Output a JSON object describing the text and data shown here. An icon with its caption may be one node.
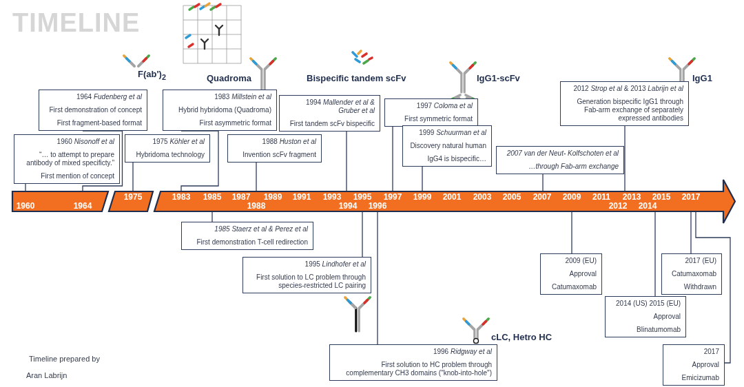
{
  "diagram": {
    "title": "TIMELINE",
    "nodes": [
      {
        "text": [],
        "shape": "bar"
      },
      {
        "text": [
          "1964 *Fudenberg et al*",
          "First demonstration of concept",
          "First fragment-based format"
        ]
      },
      {
        "text": [
          "1983 *Millstein et al*",
          "Hybrid hybridoma (Quadroma)",
          "First  asymmetric format"
        ]
      },
      {
        "text": [
          "1994 *Mallender et al & Gruber et al*",
          "First tandem scFv bispecific"
        ]
      },
      {
        "text": [
          "1997 *Coloma et al*",
          "First symmetric format"
        ]
      },
      {
        "text": [
          "2012 *Strop et al* & 2013 *Labrijn et al*",
          "Generation bispecific IgG1 through Fab-arm exchange of separately expressed antibodies"
        ]
      },
      {
        "text": [
          "1960 *Nisonoff et al*",
          "“… to attempt to prepare antibody of mixed specificty.”",
          "First mention of concept"
        ]
      },
      {
        "text": [
          "1975 *Köhler et al*",
          "Hybridoma technology"
        ]
      },
      {
        "text": [
          "1988 *Huston et al*",
          "Invention scFv fragment"
        ]
      },
      {
        "text": [
          "1999 *Schuurman et al*",
          "Discovery natural human",
          "IgG4 is bispecific…"
        ]
      },
      {
        "text": [
          "2007 van der Neut- Kolfschoten et al",
          "…through Fab-arm exchange"
        ]
      },
      {
        "text": [
          "1985 Staerz et al & Perez et al",
          "First demonstration T-cell redirection"
        ]
      },
      {
        "text": [
          "1995 *Lindhofer et al*",
          "First solution to LC problem through species-restricted LC pairing"
        ]
      },
      {
        "text": [
          "2009 (EU)",
          "Approval",
          "Catumaxomab"
        ]
      },
      {
        "text": [
          "2017 (EU)",
          "Catumaxomab",
          "Withdrawn"
        ]
      },
      {
        "text": [
          "2014 (US) 2015 (EU)",
          "Approval",
          "Blinatumomab"
        ]
      },
      {
        "text": [
          "1996 *Ridgway et al*",
          "First solution to HC problem through complementary CH3 domains (\"knob-into-hole\")"
        ]
      },
      {
        "text": [
          "2017",
          "Approval",
          "Emicizumab"
        ]
      }
    ],
    "edges": [
      {
        "from": 1,
        "to": 0,
        "arrow": "none"
      },
      {
        "from": 2,
        "to": 0,
        "arrow": "none"
      },
      {
        "from": 3,
        "to": 0,
        "arrow": "none"
      },
      {
        "from": 4,
        "to": 0,
        "arrow": "none"
      },
      {
        "from": 5,
        "to": 0,
        "arrow": "none"
      },
      {
        "from": 6,
        "to": 0,
        "arrow": "none"
      },
      {
        "from": 7,
        "to": 0,
        "arrow": "none"
      },
      {
        "from": 8,
        "to": 0,
        "arrow": "none"
      },
      {
        "from": 9,
        "to": 0,
        "arrow": "none"
      },
      {
        "from": 10,
        "to": 0,
        "arrow": "none"
      },
      {
        "from": 11,
        "to": 0,
        "arrow": "none"
      },
      {
        "from": 12,
        "to": 0,
        "arrow": "none"
      },
      {
        "from": 13,
        "to": 0,
        "arrow": "none"
      },
      {
        "from": 14,
        "to": 0,
        "arrow": "none"
      },
      {
        "from": 15,
        "to": 0,
        "arrow": "none"
      },
      {
        "from": 16,
        "to": 0,
        "arrow": "none"
      },
      {
        "from": 17,
        "to": 0,
        "arrow": "none"
      }
    ],
    "labels": [
      "F(ab')$_{2}$",
      "Quadroma",
      "Bispecific tandem scFv",
      "IgG1-scFv",
      "IgG1",
      "1975",
      "1983",
      "1985",
      "1987",
      "1989",
      "1991",
      "1993",
      "1995",
      "1997",
      "1999",
      "2001",
      "2003",
      "2005",
      "2007",
      "2009",
      "2011",
      "2013",
      "2015",
      "2017",
      "1960",
      "1964",
      "1988",
      "1994",
      "1996",
      "2012",
      "2014",
      "cLC, Hetro HC",
      "Timeline prepared by",
      "Aran Labrijn"
    ]
  }
}
